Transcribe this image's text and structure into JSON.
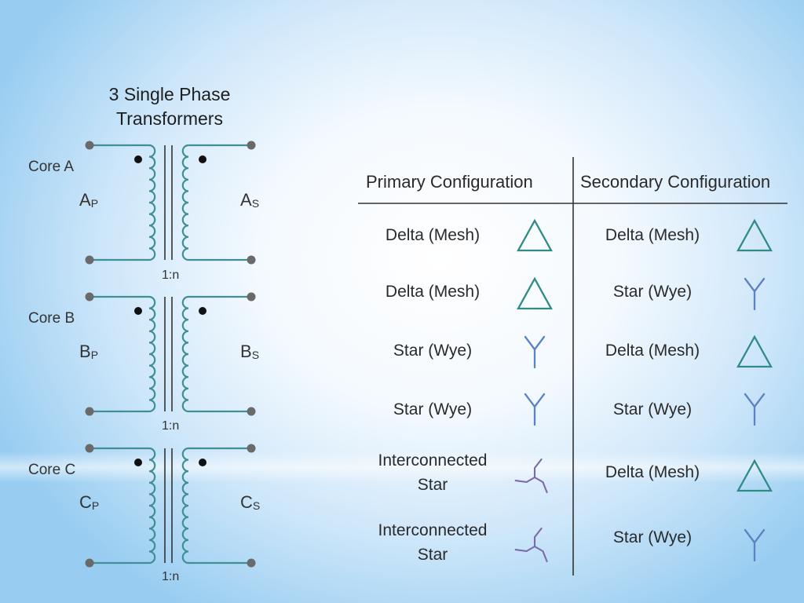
{
  "title": [
    "3 Single Phase",
    "Transformers"
  ],
  "cores": [
    {
      "label": "Core A",
      "primary": "A",
      "primary_sub": "P",
      "secondary": "A",
      "secondary_sub": "S",
      "ratio": "1:n"
    },
    {
      "label": "Core B",
      "primary": "B",
      "primary_sub": "P",
      "secondary": "B",
      "secondary_sub": "S",
      "ratio": "1:n"
    },
    {
      "label": "Core C",
      "primary": "C",
      "primary_sub": "P",
      "secondary": "C",
      "secondary_sub": "S",
      "ratio": "1:n"
    }
  ],
  "table": {
    "headers": [
      "Primary Configuration",
      "Secondary Configuration"
    ],
    "rows": [
      {
        "primary": "Delta (Mesh)",
        "primary_icon": "delta-icon",
        "secondary": "Delta (Mesh)",
        "secondary_icon": "delta-icon"
      },
      {
        "primary": "Delta (Mesh)",
        "primary_icon": "delta-icon",
        "secondary": "Star (Wye)",
        "secondary_icon": "wye-icon"
      },
      {
        "primary": "Star (Wye)",
        "primary_icon": "wye-icon",
        "secondary": "Delta (Mesh)",
        "secondary_icon": "delta-icon"
      },
      {
        "primary": "Star (Wye)",
        "primary_icon": "wye-icon",
        "secondary": "Star (Wye)",
        "secondary_icon": "wye-icon"
      },
      {
        "primary": "Interconnected\nStar",
        "primary_icon": "zigzag-icon",
        "secondary": "Delta (Mesh)",
        "secondary_icon": "delta-icon"
      },
      {
        "primary": "Interconnected\nStar",
        "primary_icon": "zigzag-icon",
        "secondary": "Star (Wye)",
        "secondary_icon": "wye-icon"
      }
    ]
  },
  "colors": {
    "winding": "#3f8f95",
    "terminal": "#6a6a6a",
    "delta": "#2e8b85",
    "wye": "#5b82c2",
    "zigzag": "#7d6aa4",
    "rule": "#333333"
  }
}
